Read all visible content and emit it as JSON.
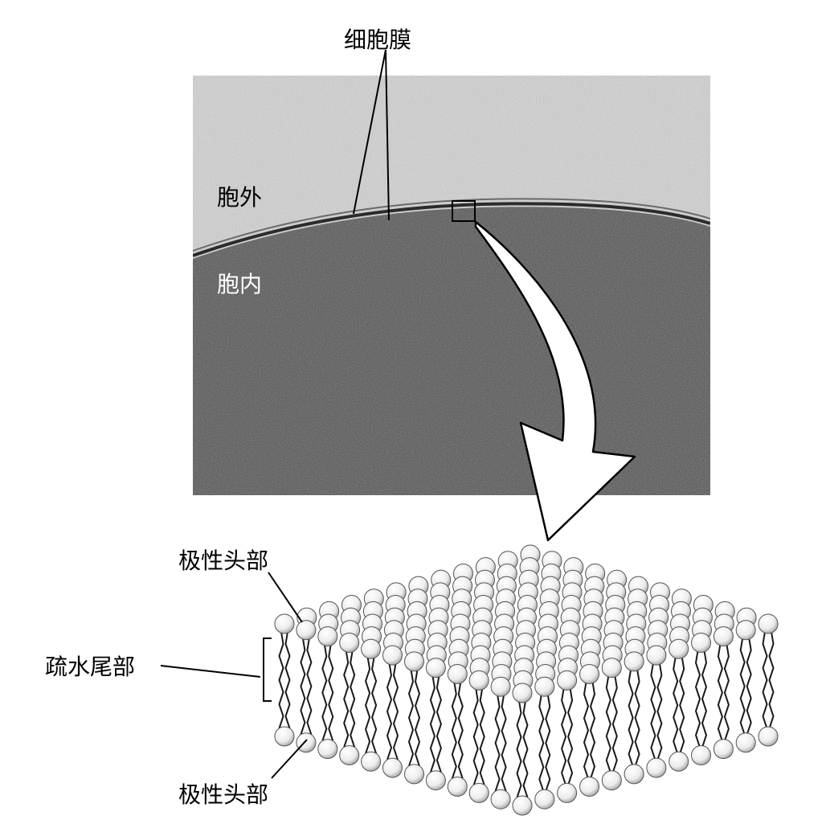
{
  "labels": {
    "membrane": "细胞膜",
    "outside": "胞外",
    "inside": "胞内",
    "polar_head_top": "极性头部",
    "hydrophobic_tail": "疏水尾部",
    "polar_head_bottom": "极性头部"
  },
  "colors": {
    "background": "#ffffff",
    "micrograph_outside": "#d4d4d4",
    "micrograph_inside": "#4d4d4d",
    "membrane_line": "#2b2b2b",
    "lipid_head": "#f2f2f2",
    "lipid_outline": "#555555",
    "tail": "#1a1a1a",
    "arrow_fill": "#ffffff",
    "arrow_stroke": "#000000"
  },
  "icons": {
    "zoom_arrow": "curved-arrow-icon",
    "zoom_box": "square-outline-icon"
  }
}
